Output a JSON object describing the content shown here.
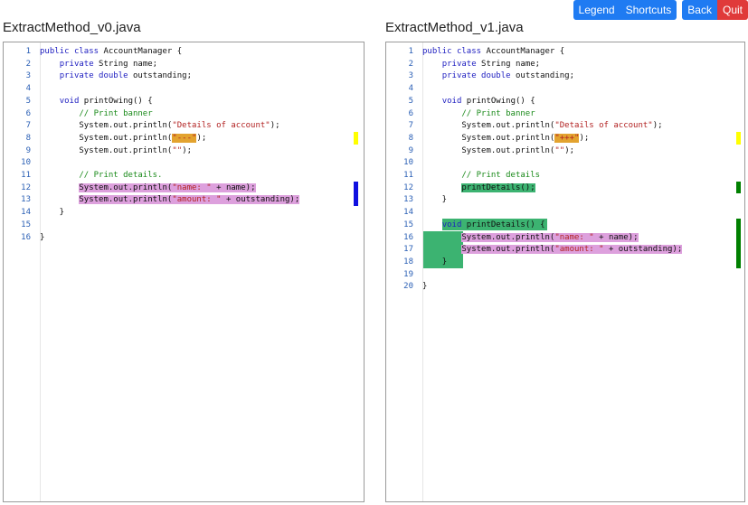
{
  "toolbar": {
    "legend": "Legend",
    "shortcuts": "Shortcuts",
    "back": "Back",
    "quit": "Quit"
  },
  "left": {
    "filename": "ExtractMethod_v0.java",
    "lines": [
      {
        "n": "1",
        "t": "public class AccountManager {"
      },
      {
        "n": "2",
        "t": "    private String name;"
      },
      {
        "n": "3",
        "t": "    private double outstanding;"
      },
      {
        "n": "4",
        "t": ""
      },
      {
        "n": "5",
        "t": "    void printOwing() {"
      },
      {
        "n": "6",
        "t": "        // Print banner"
      },
      {
        "n": "7",
        "t": "        System.out.println(\"Details of account\");"
      },
      {
        "n": "8",
        "t": "        System.out.println(\"---\");"
      },
      {
        "n": "9",
        "t": "        System.out.println(\"\");"
      },
      {
        "n": "10",
        "t": ""
      },
      {
        "n": "11",
        "t": "        // Print details."
      },
      {
        "n": "12",
        "t": "        System.out.println(\"name: \" + name);"
      },
      {
        "n": "13",
        "t": "        System.out.println(\"amount: \" + outstanding);"
      },
      {
        "n": "14",
        "t": "    }"
      },
      {
        "n": "15",
        "t": ""
      },
      {
        "n": "16",
        "t": "}"
      }
    ]
  },
  "right": {
    "filename": "ExtractMethod_v1.java",
    "lines": [
      {
        "n": "1",
        "t": "public class AccountManager {"
      },
      {
        "n": "2",
        "t": "    private String name;"
      },
      {
        "n": "3",
        "t": "    private double outstanding;"
      },
      {
        "n": "4",
        "t": ""
      },
      {
        "n": "5",
        "t": "    void printOwing() {"
      },
      {
        "n": "6",
        "t": "        // Print banner"
      },
      {
        "n": "7",
        "t": "        System.out.println(\"Details of account\");"
      },
      {
        "n": "8",
        "t": "        System.out.println(\"+++\");"
      },
      {
        "n": "9",
        "t": "        System.out.println(\"\");"
      },
      {
        "n": "10",
        "t": ""
      },
      {
        "n": "11",
        "t": "        // Print details"
      },
      {
        "n": "12",
        "t": "        printDetails();"
      },
      {
        "n": "13",
        "t": "    }"
      },
      {
        "n": "14",
        "t": ""
      },
      {
        "n": "15",
        "t": "    void printDetails() {"
      },
      {
        "n": "16",
        "t": "        System.out.println(\"name: \" + name);"
      },
      {
        "n": "17",
        "t": "        System.out.println(\"amount: \" + outstanding);"
      },
      {
        "n": "18",
        "t": "    }"
      },
      {
        "n": "19",
        "t": ""
      },
      {
        "n": "20",
        "t": "}"
      }
    ]
  },
  "colors": {
    "moved": "#dda0dd",
    "inserted": "#3cb371",
    "updated": "#e3a32f",
    "marker_update": "#ffff00",
    "marker_move": "#1010e0",
    "marker_insert": "#008000"
  }
}
